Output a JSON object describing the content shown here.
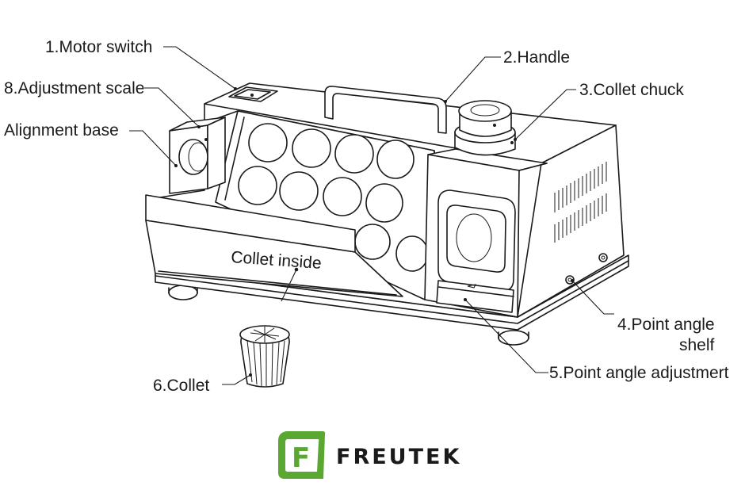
{
  "labels": {
    "motor_switch": "1.Motor switch",
    "handle": "2.Handle",
    "collet_chuck": "3.Collet chuck",
    "point_angle_shelf_line1": "4.Point angle",
    "point_angle_shelf_line2": "shelf",
    "point_angle_adjustment": "5.Point angle adjustmert",
    "collet": "6.Collet",
    "adjustment_scale": "8.Adjustment scale",
    "alignment_base": "Alignment base",
    "collet_inside": "Collet inside"
  },
  "brand": {
    "name": "FREUTEK",
    "logo_letter": "F",
    "logo_color": "#5aa832"
  }
}
